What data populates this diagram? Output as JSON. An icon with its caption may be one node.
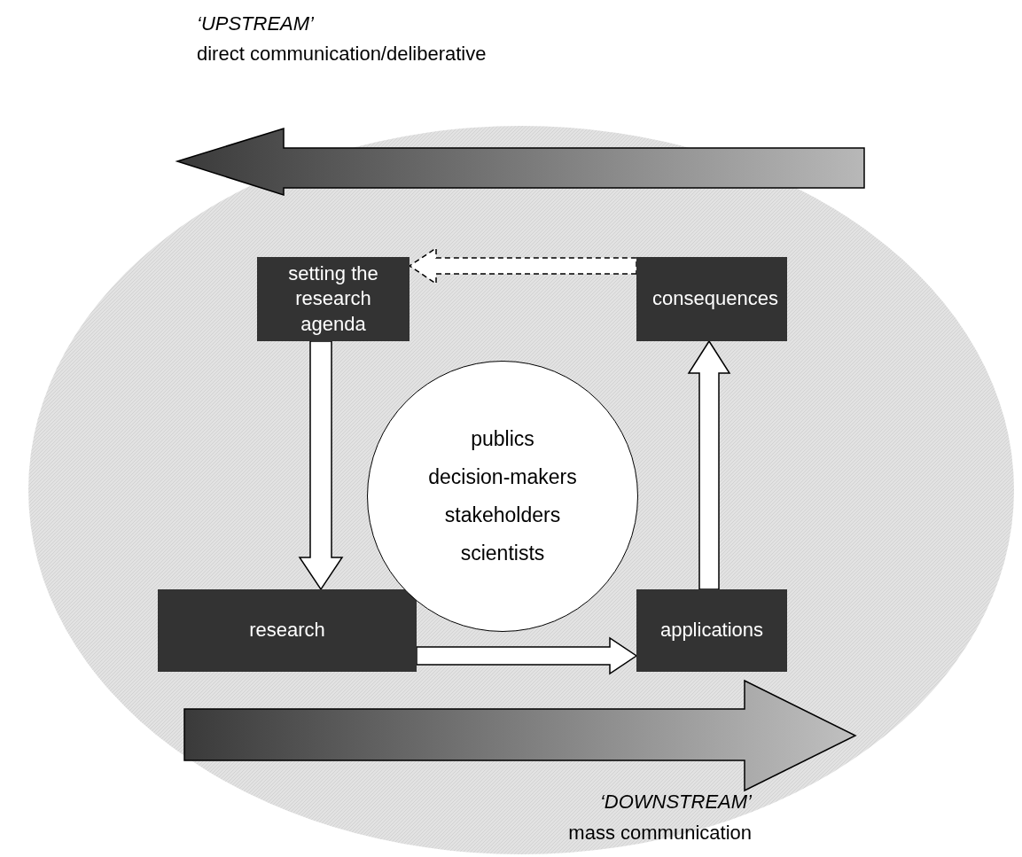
{
  "diagram": {
    "nodes": [
      {
        "text": [
          "setting the research agenda"
        ]
      },
      {
        "text": [
          "consequences"
        ]
      },
      {
        "text": [
          "publics",
          "decision-makers",
          "stakeholders",
          "scientists"
        ]
      },
      {
        "text": [
          "research"
        ]
      },
      {
        "text": [
          "applications"
        ]
      }
    ],
    "edges": [
      {
        "from": 0,
        "to": 3,
        "arrow": "to"
      },
      {
        "from": 3,
        "to": 4,
        "arrow": "to"
      },
      {
        "from": 4,
        "to": 1,
        "arrow": "to"
      },
      {
        "from": 1,
        "to": 0,
        "arrow": "to",
        "style": "dashed"
      }
    ],
    "labels": [
      "‘UPSTREAM’",
      "direct communication/deliberative",
      "‘DOWNSTREAM’",
      "mass communication"
    ]
  }
}
